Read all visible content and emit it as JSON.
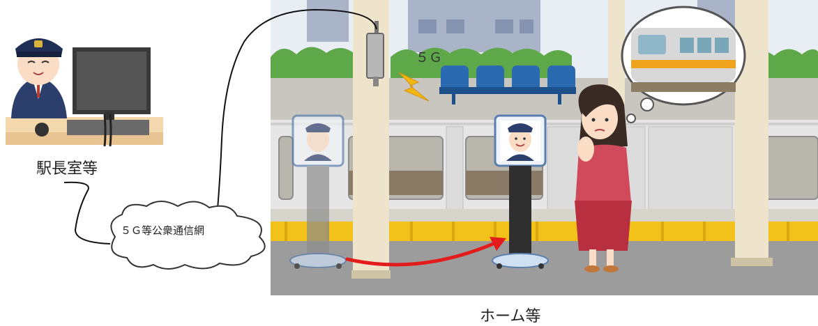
{
  "labels": {
    "station_office": "駅長室等",
    "network": "５Ｇ等公衆通信網",
    "fiveg": "５Ｇ",
    "platform": "ホーム等"
  },
  "colors": {
    "sky": "#e9edf4",
    "building": "#aab4c8",
    "hedge": "#5fa84a",
    "platform_floor": "#9c9c9c",
    "train_body": "#e6e6e6",
    "yellow_line": "#f2c21a",
    "pillar": "#eee4cc",
    "bench": "#2a6ab0",
    "arrow": "#e31b1b",
    "uniform": "#2c3e6b",
    "woman_dress": "#d04a5c"
  },
  "icons": [
    "station-staff-icon",
    "computer-monitor-icon",
    "cloud-icon",
    "antenna-icon",
    "lightning-icon",
    "robot-icon",
    "woman-icon",
    "thought-bubble-icon",
    "train-icon",
    "arrow-icon"
  ]
}
